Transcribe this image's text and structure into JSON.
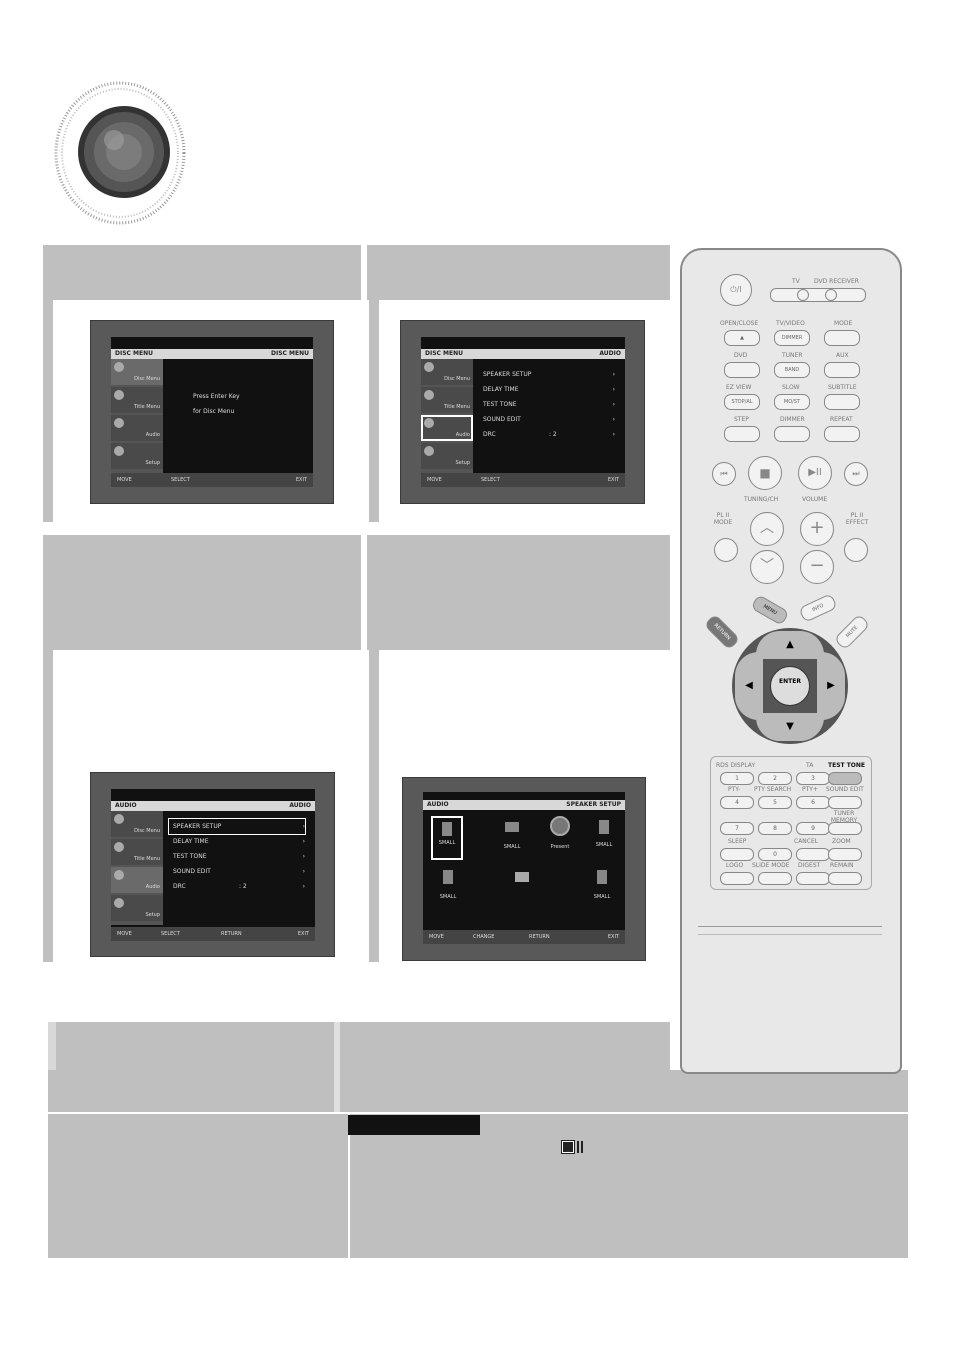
{
  "screens": {
    "one": {
      "header_left": "DISC MENU",
      "header_right": "DISC MENU",
      "side": [
        "Disc Menu",
        "Title Menu",
        "Audio",
        "Setup"
      ],
      "message": [
        "Press Enter Key",
        "for Disc Menu"
      ],
      "footer": [
        "MOVE",
        "SELECT",
        "EXIT"
      ]
    },
    "two": {
      "header_left": "DISC MENU",
      "header_right": "AUDIO",
      "side": [
        "Disc Menu",
        "Title Menu",
        "Audio",
        "Setup"
      ],
      "items": [
        "SPEAKER SETUP",
        "DELAY TIME",
        "TEST TONE",
        "SOUND EDIT",
        "DRC"
      ],
      "drc_value": ": 2",
      "footer": [
        "MOVE",
        "SELECT",
        "EXIT"
      ]
    },
    "three": {
      "header_left": "AUDIO",
      "header_right": "AUDIO",
      "side": [
        "Disc Menu",
        "Title Menu",
        "Audio",
        "Setup"
      ],
      "items": [
        "SPEAKER SETUP",
        "DELAY TIME",
        "TEST TONE",
        "SOUND EDIT",
        "DRC"
      ],
      "drc_value": ": 2",
      "footer": [
        "MOVE",
        "SELECT",
        "RETURN",
        "EXIT"
      ]
    },
    "four": {
      "header_left": "AUDIO",
      "header_right": "SPEAKER SETUP",
      "labels": [
        "SMALL",
        "SMALL",
        "Present",
        "SMALL",
        "SMALL",
        "SMALL"
      ],
      "footer": [
        "MOVE",
        "CHANGE",
        "RETURN",
        "EXIT"
      ]
    }
  },
  "remote": {
    "power": "⏻/I",
    "tv": "TV",
    "dvd_receiver": "DVD RECEIVER",
    "row1": [
      "OPEN/CLOSE",
      "TV/VIDEO",
      "MODE"
    ],
    "row1_sub": [
      "▲",
      "DIMMER",
      ""
    ],
    "row2": [
      "DVD",
      "TUNER",
      "AUX"
    ],
    "row2_sub": [
      "",
      "BAND",
      ""
    ],
    "row3": [
      "EZ VIEW",
      "SLOW",
      "SUBTITLE"
    ],
    "row3_sub": [
      "STOP/AL",
      "MO/ST",
      ""
    ],
    "row4": [
      "STEP",
      "DIMMER",
      "REPEAT"
    ],
    "tuning": "TUNING/CH",
    "volume": "VOLUME",
    "pl_mode": "PL II MODE",
    "pl_effect": "PL II EFFECT",
    "return": "RETURN",
    "menu": "MENU",
    "info": "INFO",
    "mute": "MUTE",
    "enter": "ENTER",
    "rds": "RDS DISPLAY",
    "ta": "TA",
    "test_tone": "TEST TONE",
    "num_labels": [
      "PTY-",
      "PTY SEARCH",
      "PTY+",
      "SOUND EDIT"
    ],
    "mem_labels": [
      "",
      "",
      "",
      "TUNER MEMORY"
    ],
    "sleep_row": [
      "SLEEP",
      "CANCEL",
      "ZOOM"
    ],
    "logo_row": [
      "LOGO",
      "SLIDE MODE",
      "DIGEST",
      "REMAIN"
    ],
    "nums": [
      "1",
      "2",
      "3",
      "4",
      "5",
      "6",
      "7",
      "8",
      "9",
      "0"
    ]
  },
  "icons": {
    "dolby": "dolby-pro-logic-icon"
  }
}
